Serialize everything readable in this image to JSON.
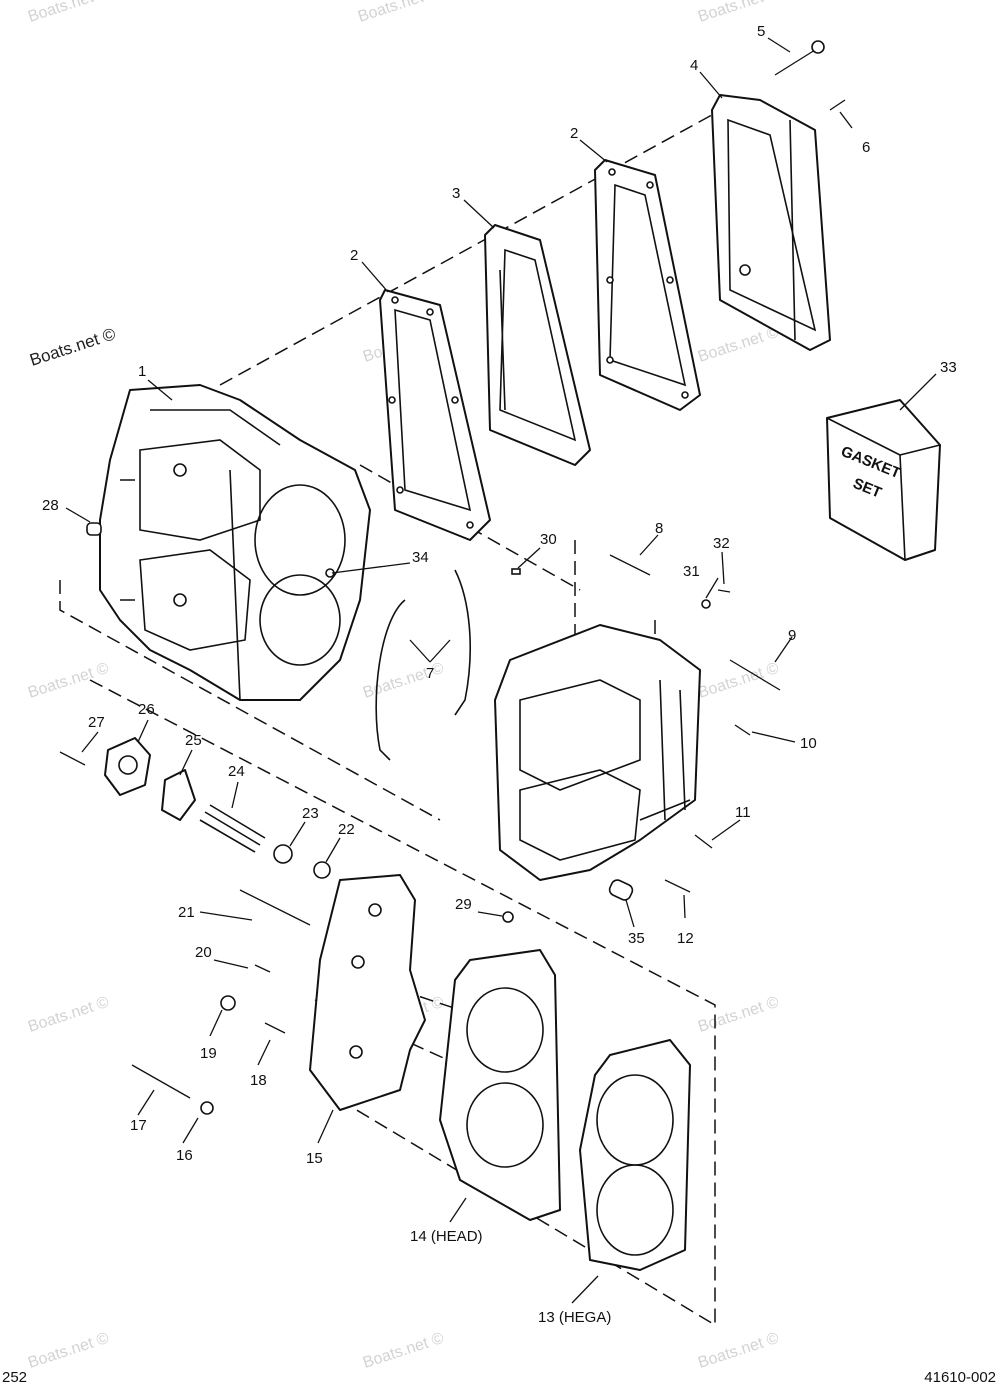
{
  "watermark": {
    "text": "Boats.net ©",
    "prominent_text": "Boats.net ©"
  },
  "gasket_set_box": {
    "line1": "GASKET",
    "line2": "SET"
  },
  "callouts": [
    {
      "id": "c1",
      "text": "1"
    },
    {
      "id": "c2a",
      "text": "2"
    },
    {
      "id": "c2b",
      "text": "2"
    },
    {
      "id": "c3",
      "text": "3"
    },
    {
      "id": "c4",
      "text": "4"
    },
    {
      "id": "c5",
      "text": "5"
    },
    {
      "id": "c6",
      "text": "6"
    },
    {
      "id": "c7",
      "text": "7"
    },
    {
      "id": "c8",
      "text": "8"
    },
    {
      "id": "c9",
      "text": "9"
    },
    {
      "id": "c10",
      "text": "10"
    },
    {
      "id": "c11",
      "text": "11"
    },
    {
      "id": "c12",
      "text": "12"
    },
    {
      "id": "c13",
      "text": "13 (HEGA)"
    },
    {
      "id": "c14",
      "text": "14 (HEAD)"
    },
    {
      "id": "c15",
      "text": "15"
    },
    {
      "id": "c16",
      "text": "16"
    },
    {
      "id": "c17",
      "text": "17"
    },
    {
      "id": "c18",
      "text": "18"
    },
    {
      "id": "c19",
      "text": "19"
    },
    {
      "id": "c20",
      "text": "20"
    },
    {
      "id": "c21",
      "text": "21"
    },
    {
      "id": "c22",
      "text": "22"
    },
    {
      "id": "c23",
      "text": "23"
    },
    {
      "id": "c24",
      "text": "24"
    },
    {
      "id": "c25",
      "text": "25"
    },
    {
      "id": "c26",
      "text": "26"
    },
    {
      "id": "c27",
      "text": "27"
    },
    {
      "id": "c28",
      "text": "28"
    },
    {
      "id": "c29",
      "text": "29"
    },
    {
      "id": "c30",
      "text": "30"
    },
    {
      "id": "c31",
      "text": "31"
    },
    {
      "id": "c32",
      "text": "32"
    },
    {
      "id": "c33",
      "text": "33"
    },
    {
      "id": "c34",
      "text": "34"
    },
    {
      "id": "c35",
      "text": "35"
    }
  ],
  "footer": {
    "left_code": "252",
    "right_code": "41610-002"
  }
}
